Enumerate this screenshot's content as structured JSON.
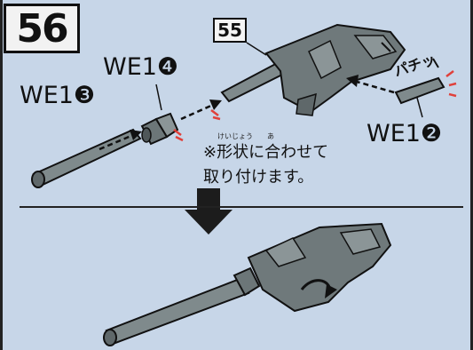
{
  "step": {
    "number": "56",
    "reference_step": "55"
  },
  "parts": {
    "we1_3": "WE1❸",
    "we1_4": "WE1❹",
    "we1_2": "WE1❷"
  },
  "note": {
    "ruby": "けいじょう　　あ",
    "line1": "※形状に合わせて",
    "line2": "取り付けます。"
  },
  "sound_effect": "パチッ",
  "colors": {
    "background": "#c7d6e8",
    "part_fill": "#7f8a8c",
    "part_dark": "#4f5759",
    "line": "#111111",
    "accent_red": "#e0403a"
  }
}
